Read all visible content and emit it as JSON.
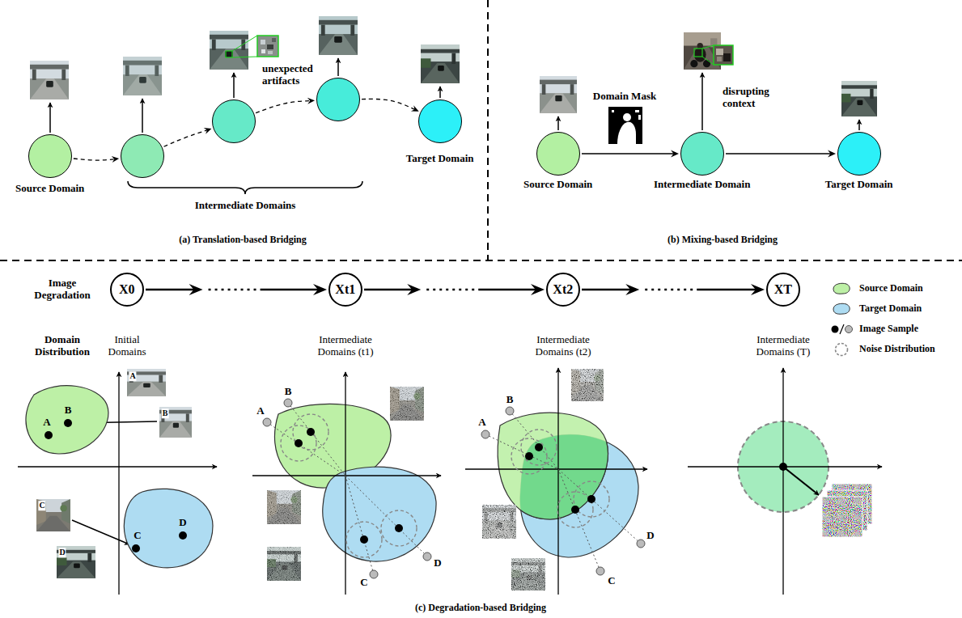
{
  "diagram": {
    "nodes": [
      {
        "text": [
          "Source Domain"
        ]
      },
      {
        "text": []
      },
      {
        "text": []
      },
      {
        "text": []
      },
      {
        "text": [
          "Target Domain"
        ]
      },
      {
        "text": [
          "Source Domain"
        ]
      },
      {
        "text": [
          "Intermediate Domain"
        ]
      },
      {
        "text": [
          "Target Domain"
        ]
      },
      {
        "text": [
          "X0"
        ]
      },
      {
        "text": [
          "Xt1"
        ]
      },
      {
        "text": [
          "Xt2"
        ]
      },
      {
        "text": [
          "XT"
        ]
      }
    ],
    "edges": [
      {
        "from": 0,
        "to": 1,
        "arrow": "to"
      },
      {
        "from": 1,
        "to": 2,
        "arrow": "to"
      },
      {
        "from": 2,
        "to": 3,
        "arrow": "to"
      },
      {
        "from": 3,
        "to": 4,
        "arrow": "to"
      },
      {
        "from": 5,
        "to": 6,
        "arrow": "to"
      },
      {
        "from": 6,
        "to": 7,
        "arrow": "to"
      },
      {
        "from": 8,
        "to": 9,
        "arrow": "to"
      },
      {
        "from": 9,
        "to": 10,
        "arrow": "to"
      },
      {
        "from": 10,
        "to": 11,
        "arrow": "to"
      }
    ],
    "labels": [
      "unexpected artifacts",
      "Intermediate Domains",
      "(a) Translation-based Bridging",
      "Domain Mask",
      "disrupting context",
      "(b) Mixing-based Bridging",
      "Image Degradation",
      "Domain Distribution",
      "Initial Domains",
      "Intermediate Domains (t1)",
      "Intermediate Domains (t2)",
      "Intermediate Domains (T)",
      "A",
      "B",
      "C",
      "D",
      "A",
      "B",
      "C",
      "D",
      "A",
      "B",
      "C",
      "D",
      "A",
      "B",
      "C",
      "D",
      "(c) Degradation-based Bridging"
    ],
    "legend": [
      {
        "text": "Source Domain",
        "color": "#bdf0a6"
      },
      {
        "text": "Target Domain",
        "color": "#aedcf2"
      },
      {
        "text": "Image Sample"
      },
      {
        "text": "Noise Distribution"
      }
    ]
  }
}
